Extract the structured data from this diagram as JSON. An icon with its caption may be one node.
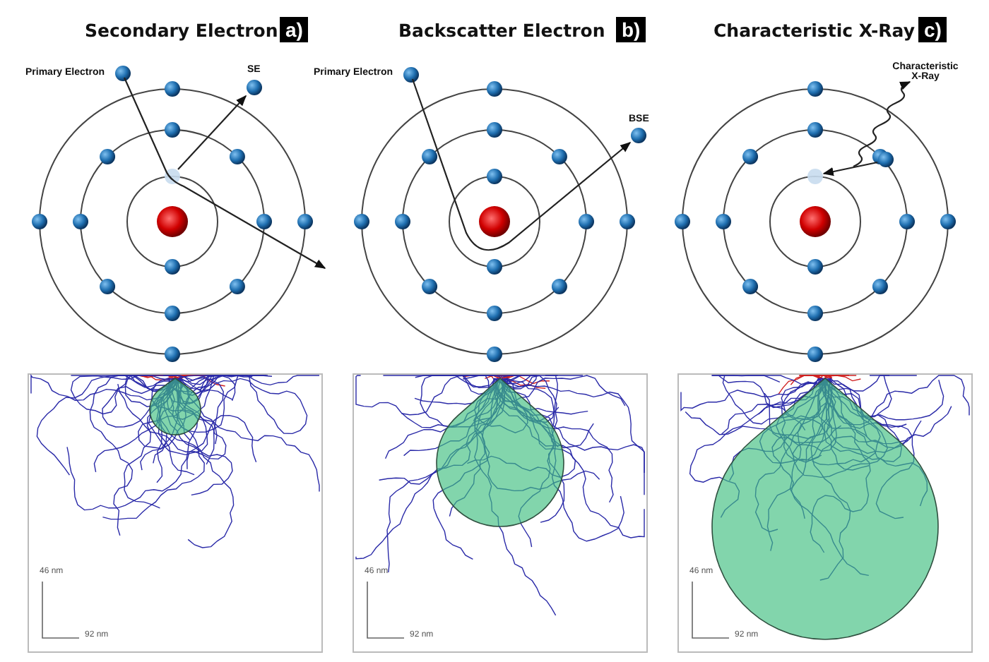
{
  "diagram": {
    "labels": [
      "Secondary Electron",
      "a)",
      "Backscatter Electron",
      "b)",
      "Characteristic X-Ray",
      "c)",
      "Primary Electron",
      "SE",
      "Primary Electron",
      "BSE",
      "Characteristic X-Ray",
      "46 nm",
      "92 nm",
      "46 nm",
      "92 nm",
      "46 nm",
      "92 nm"
    ]
  }
}
